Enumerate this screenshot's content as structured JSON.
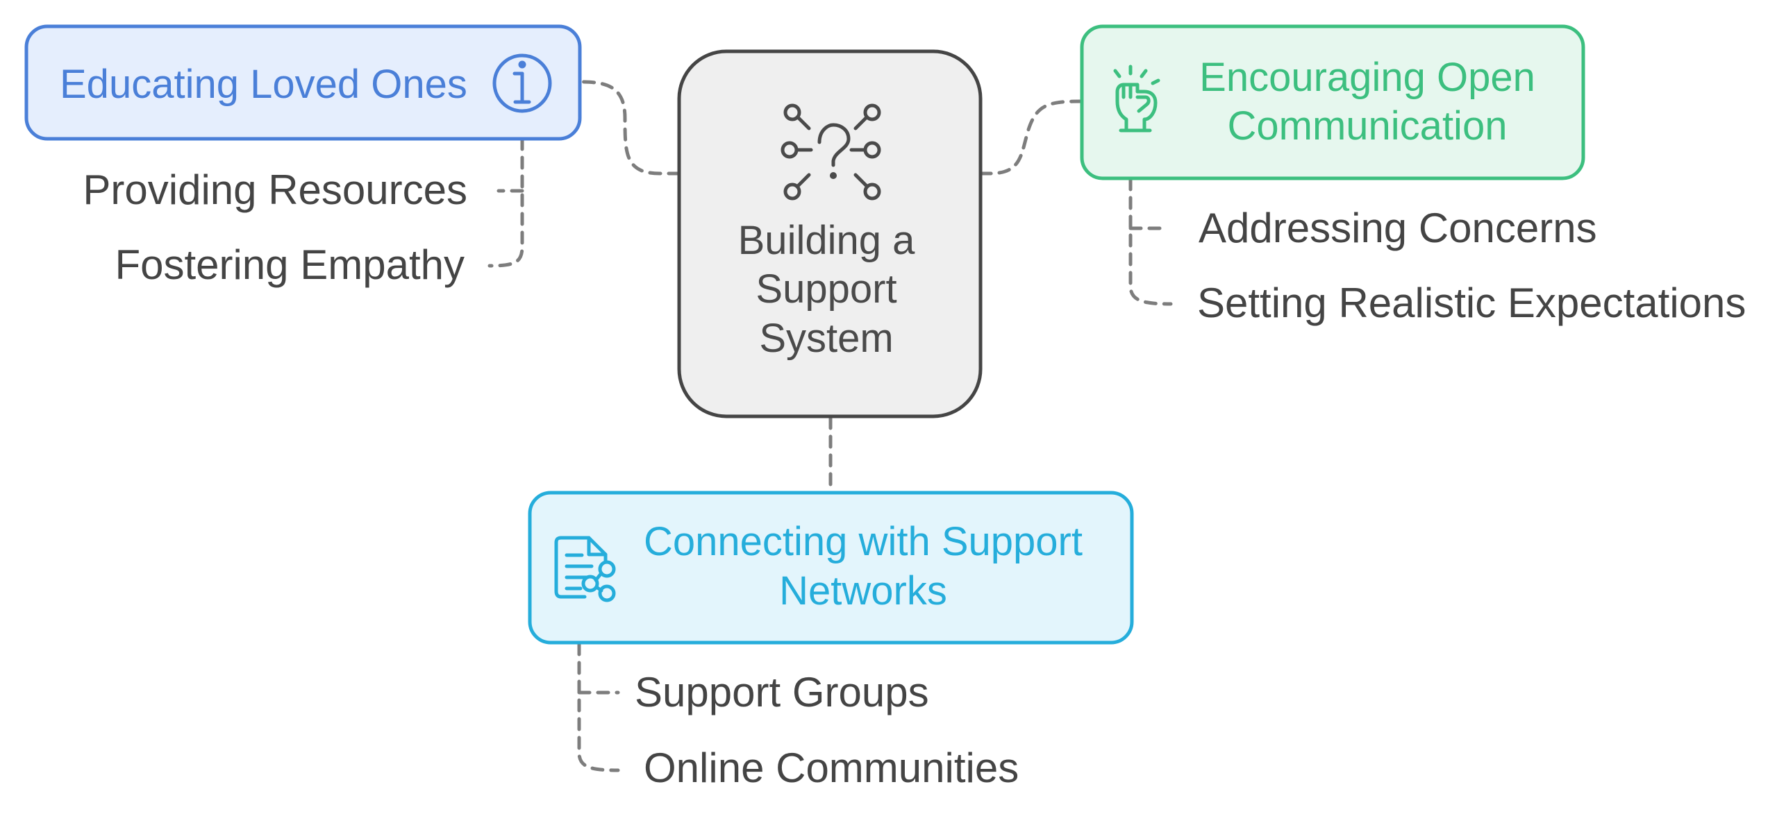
{
  "center": {
    "label_lines": [
      "Building a",
      "Support",
      "System"
    ],
    "icon": "question-network-icon"
  },
  "branches": [
    {
      "id": "educating",
      "label_lines": [
        "Educating Loved Ones"
      ],
      "icon": "info-icon",
      "color": "#4a7fd8",
      "fill": "#e5eefd",
      "children": [
        "Providing Resources",
        "Fostering Empathy"
      ]
    },
    {
      "id": "encouraging",
      "label_lines": [
        "Encouraging Open",
        "Communication"
      ],
      "icon": "raised-fist-icon",
      "color": "#3cbf7f",
      "fill": "#e6f7ee",
      "children": [
        "Addressing Concerns",
        "Setting Realistic Expectations"
      ]
    },
    {
      "id": "connecting",
      "label_lines": [
        "Connecting with Support",
        "Networks"
      ],
      "icon": "shared-document-icon",
      "color": "#25addb",
      "fill": "#e3f5fc",
      "children": [
        "Support Groups",
        "Online Communities"
      ]
    }
  ],
  "colors": {
    "center_stroke": "#454545",
    "center_fill": "#efefef",
    "center_text": "#4a4a4a",
    "connector": "#7d7d7d",
    "leaf_text": "#444444"
  }
}
